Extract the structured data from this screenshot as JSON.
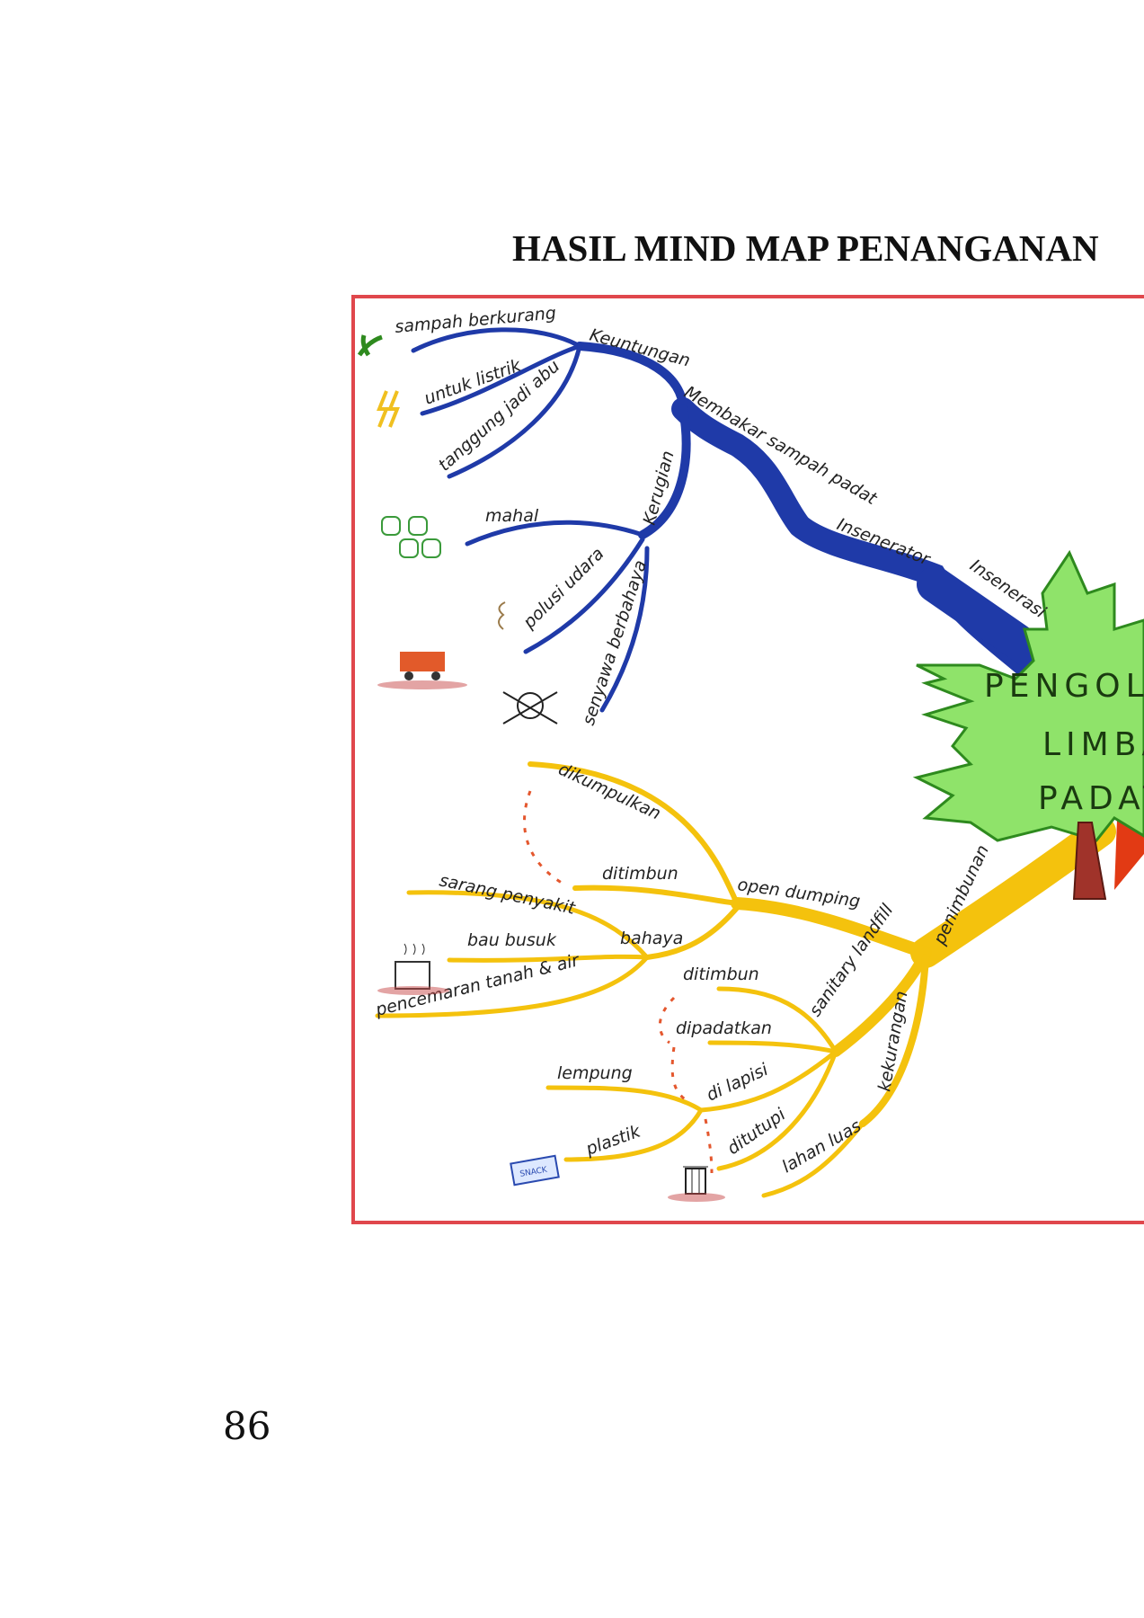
{
  "page": {
    "title": "HASIL MIND MAP PENANGANAN",
    "page_number": "86"
  },
  "mindmap": {
    "center": [
      "PENGOL",
      "LIMBA",
      "PADAT"
    ],
    "colors": {
      "frame": "#e0474c",
      "blue_branch": "#1f3aa8",
      "yellow_branch": "#f4c20d",
      "leaf": "#8fe36a",
      "leaf_outline": "#2e8a1e",
      "red_branch": "#e23a14",
      "arrow": "#e4572e"
    },
    "blue": {
      "main": "Insenerasi",
      "sub": "Insenerator",
      "sub2": "Membakar sampah padat",
      "keuntungan": "Keuntungan",
      "keuntungan_items": [
        "sampah berkurang",
        "untuk listrik",
        "tanggung jadi abu"
      ],
      "kerugian": "Kerugian",
      "kerugian_items": [
        "mahal",
        "polusi udara",
        "senyawa berbahaya"
      ]
    },
    "yellow": {
      "main": "penimbunan",
      "open_dumping": "open dumping",
      "open_dumping_items": [
        "dikumpulkan",
        "ditimbun"
      ],
      "bahaya": "bahaya",
      "bahaya_items": [
        "sarang penyakit",
        "bau busuk",
        "pencemaran tanah & air"
      ],
      "sanitary_landfill": "sanitary landfill",
      "sanitary_items": [
        "ditimbun",
        "dipadatkan",
        "di lapisi",
        "ditutupi"
      ],
      "lapisi_items": [
        "lempung",
        "plastik"
      ],
      "kekurangan": "kekurangan",
      "kekurangan_items": [
        "lahan luas"
      ]
    },
    "icons": [
      "plant-icon",
      "lightning-icon",
      "money-bags-icon",
      "smoke-icon",
      "truck-icon",
      "skull-icon",
      "garbage-pile-icon",
      "snack-wrapper-icon",
      "trash-can-icon"
    ],
    "icon_texts": {
      "snack": "SNACK"
    }
  }
}
